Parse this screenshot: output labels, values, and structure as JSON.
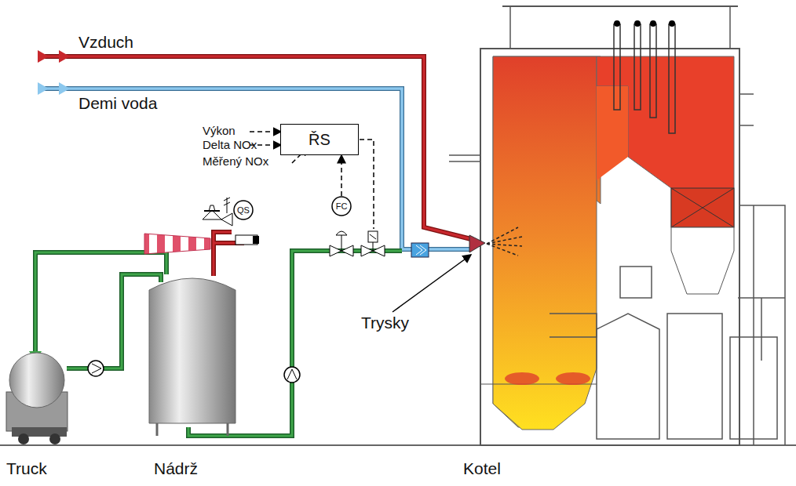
{
  "diagram": {
    "nodes": [
      {
        "text": [
          "ŘS"
        ]
      },
      {
        "text": [
          "FC"
        ]
      },
      {
        "text": [
          "QS"
        ]
      }
    ],
    "edges": [
      {
        "from": 1,
        "to": 0,
        "arrow": "to"
      }
    ],
    "labels": [
      "Vzduch",
      "Demi voda",
      "Výkon",
      "Delta NOx",
      "Měřený NOx",
      "Trysky",
      "Truck",
      "Nádrž",
      "Kotel"
    ]
  }
}
